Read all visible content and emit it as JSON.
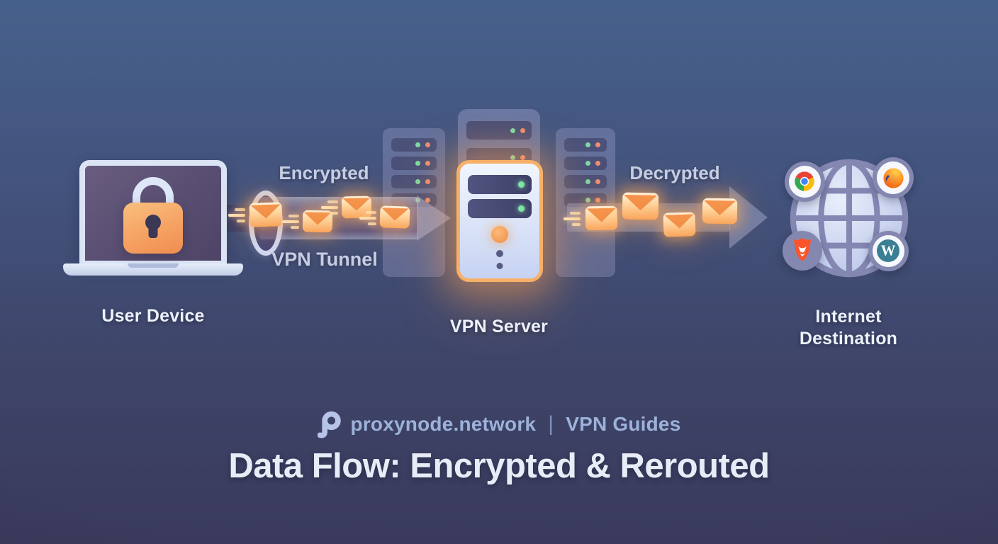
{
  "diagram": {
    "user_device": {
      "label": "User Device"
    },
    "tunnel": {
      "encrypted_label": "Encrypted",
      "tunnel_label": "VPN Tunnel"
    },
    "vpn_server": {
      "label": "VPN Server"
    },
    "flow": {
      "decrypted_label": "Decrypted"
    },
    "internet": {
      "line1": "Internet",
      "line2": "Destination",
      "browsers": [
        "chrome",
        "firefox",
        "brave",
        "wordpress"
      ],
      "wordpress_glyph": "W"
    },
    "icons": {
      "device": "laptop-lock-icon",
      "packet": "envelope-icon",
      "tunnel": "vpn-tunnel-icon",
      "server": "server-rack-icon",
      "arrow": "arrow-right-icon",
      "destination": "globe-icon"
    }
  },
  "footer": {
    "brand": "proxynode.network",
    "separator": "|",
    "tagline": "VPN Guides",
    "title": "Data Flow: Encrypted & Rerouted"
  },
  "colors": {
    "bg_top": "#46618c",
    "bg_bottom": "#3a3a5c",
    "accent_orange": "#f5a263",
    "server_border": "#f7b068",
    "led_green": "#7fd9a4",
    "led_orange": "#ed8f70",
    "label_bright": "#edf1fa",
    "label_muted": "#c7cde1",
    "brand_text": "#9db1da",
    "title_text": "#e8ecf6"
  }
}
